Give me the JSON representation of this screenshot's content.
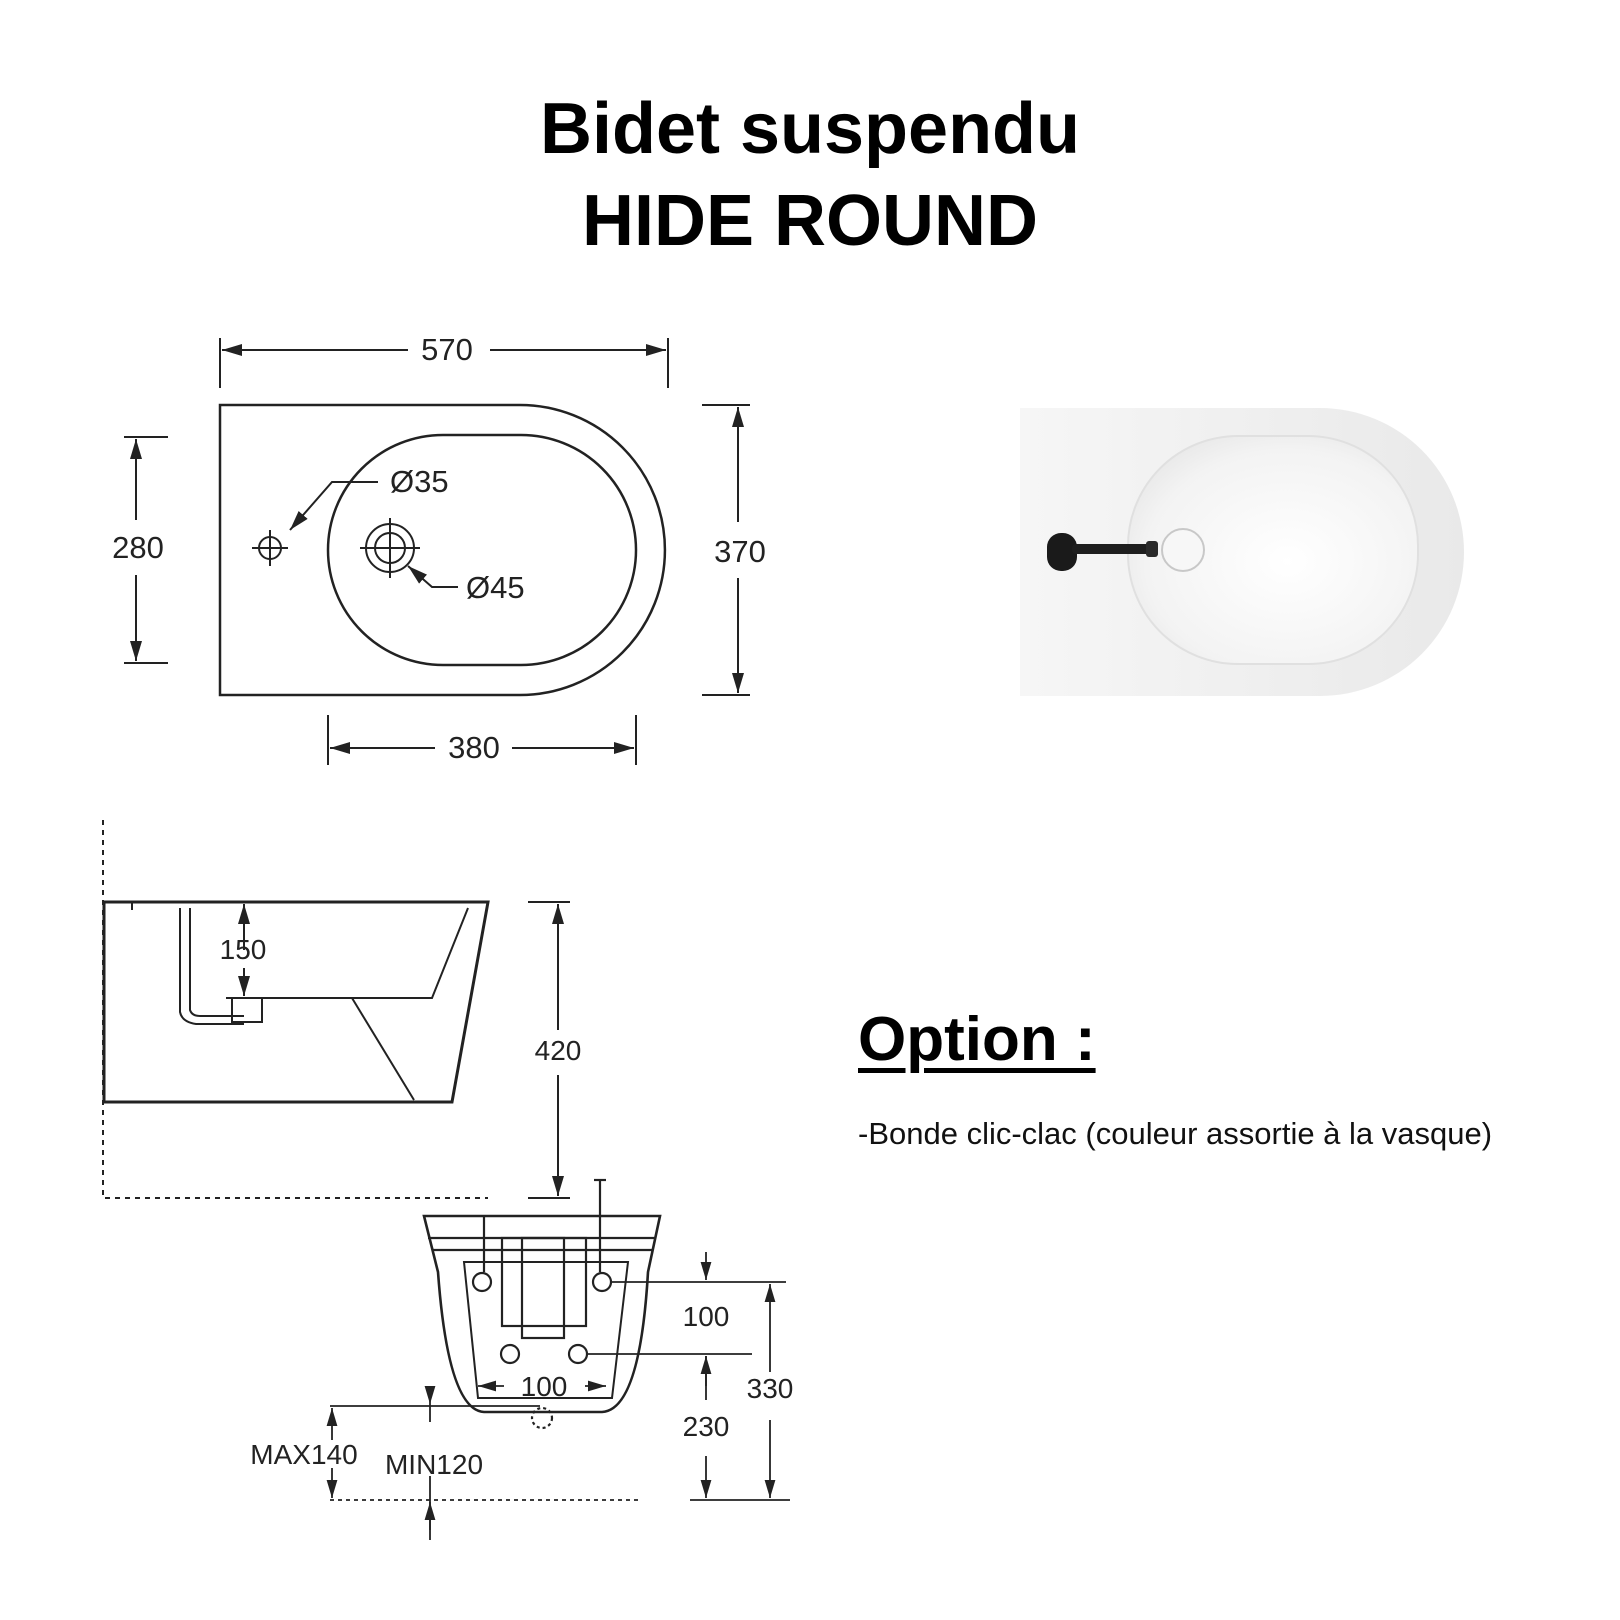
{
  "header": {
    "title_line1": "Bidet suspendu",
    "title_line2": "HIDE ROUND"
  },
  "top_view": {
    "dim_width": "570",
    "dim_inner_depth": "280",
    "dim_depth": "370",
    "dim_bowl_width": "380",
    "tap_hole": "Ø35",
    "drain_hole": "Ø45"
  },
  "side_view": {
    "dim_bowl_depth": "150",
    "dim_height": "420"
  },
  "rear_view": {
    "dim_fixing_top": "100",
    "dim_fixing_spacing": "100",
    "dim_fixing_height": "330",
    "dim_drain_height": "230",
    "dim_max": "MAX140",
    "dim_min": "MIN120"
  },
  "option": {
    "heading": "Option :",
    "items": [
      "-Bonde clic-clac (couleur assortie à la vasque)"
    ]
  },
  "colors": {
    "line": "#222222",
    "product_white": "#f2f2f2",
    "faucet_black": "#1a1a1a"
  }
}
